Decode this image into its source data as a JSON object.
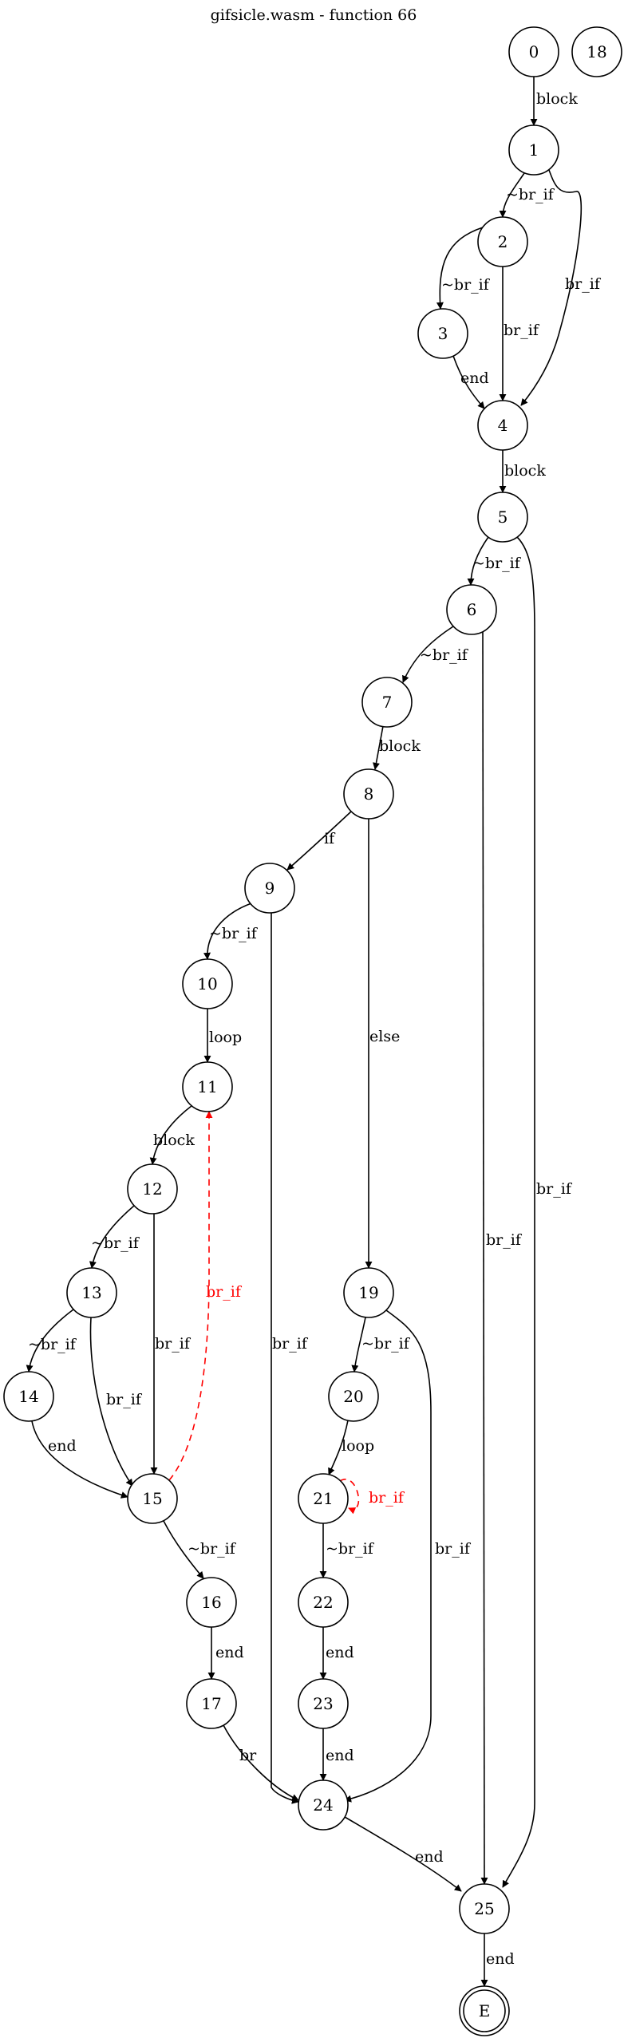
{
  "title": "gifsicle.wasm - function 66",
  "nodes": [
    {
      "id": "0",
      "label": "0"
    },
    {
      "id": "18",
      "label": "18"
    },
    {
      "id": "1",
      "label": "1"
    },
    {
      "id": "2",
      "label": "2"
    },
    {
      "id": "3",
      "label": "3"
    },
    {
      "id": "4",
      "label": "4"
    },
    {
      "id": "5",
      "label": "5"
    },
    {
      "id": "6",
      "label": "6"
    },
    {
      "id": "7",
      "label": "7"
    },
    {
      "id": "8",
      "label": "8"
    },
    {
      "id": "9",
      "label": "9"
    },
    {
      "id": "10",
      "label": "10"
    },
    {
      "id": "11",
      "label": "11"
    },
    {
      "id": "12",
      "label": "12"
    },
    {
      "id": "13",
      "label": "13"
    },
    {
      "id": "14",
      "label": "14"
    },
    {
      "id": "15",
      "label": "15"
    },
    {
      "id": "16",
      "label": "16"
    },
    {
      "id": "17",
      "label": "17"
    },
    {
      "id": "19",
      "label": "19"
    },
    {
      "id": "20",
      "label": "20"
    },
    {
      "id": "21",
      "label": "21"
    },
    {
      "id": "22",
      "label": "22"
    },
    {
      "id": "23",
      "label": "23"
    },
    {
      "id": "24",
      "label": "24"
    },
    {
      "id": "25",
      "label": "25"
    },
    {
      "id": "E",
      "label": "E",
      "final": true
    }
  ],
  "edges": [
    {
      "from": "0",
      "to": "1",
      "label": "block"
    },
    {
      "from": "1",
      "to": "2",
      "label": "~br_if"
    },
    {
      "from": "1",
      "to": "4",
      "label": "br_if"
    },
    {
      "from": "2",
      "to": "3",
      "label": "~br_if"
    },
    {
      "from": "2",
      "to": "4",
      "label": "br_if"
    },
    {
      "from": "3",
      "to": "4",
      "label": "end"
    },
    {
      "from": "4",
      "to": "5",
      "label": "block"
    },
    {
      "from": "5",
      "to": "6",
      "label": "~br_if"
    },
    {
      "from": "5",
      "to": "25",
      "label": "br_if"
    },
    {
      "from": "6",
      "to": "7",
      "label": "~br_if"
    },
    {
      "from": "6",
      "to": "25",
      "label": "br_if"
    },
    {
      "from": "7",
      "to": "8",
      "label": "block"
    },
    {
      "from": "8",
      "to": "9",
      "label": "if"
    },
    {
      "from": "8",
      "to": "19",
      "label": "else"
    },
    {
      "from": "9",
      "to": "10",
      "label": "~br_if"
    },
    {
      "from": "9",
      "to": "24",
      "label": "br_if"
    },
    {
      "from": "10",
      "to": "11",
      "label": "loop"
    },
    {
      "from": "11",
      "to": "12",
      "label": "block"
    },
    {
      "from": "12",
      "to": "13",
      "label": "~br_if"
    },
    {
      "from": "12",
      "to": "15",
      "label": "br_if"
    },
    {
      "from": "13",
      "to": "14",
      "label": "~br_if"
    },
    {
      "from": "13",
      "to": "15",
      "label": "br_if"
    },
    {
      "from": "14",
      "to": "15",
      "label": "end"
    },
    {
      "from": "15",
      "to": "11",
      "label": "br_if",
      "back": true
    },
    {
      "from": "15",
      "to": "16",
      "label": "~br_if"
    },
    {
      "from": "16",
      "to": "17",
      "label": "end"
    },
    {
      "from": "17",
      "to": "24",
      "label": "br"
    },
    {
      "from": "19",
      "to": "20",
      "label": "~br_if"
    },
    {
      "from": "19",
      "to": "24",
      "label": "br_if"
    },
    {
      "from": "20",
      "to": "21",
      "label": "loop"
    },
    {
      "from": "21",
      "to": "21",
      "label": "br_if",
      "back": true
    },
    {
      "from": "21",
      "to": "22",
      "label": "~br_if"
    },
    {
      "from": "22",
      "to": "23",
      "label": "end"
    },
    {
      "from": "23",
      "to": "24",
      "label": "end"
    },
    {
      "from": "24",
      "to": "25",
      "label": "end"
    },
    {
      "from": "25",
      "to": "E",
      "label": "end"
    }
  ]
}
